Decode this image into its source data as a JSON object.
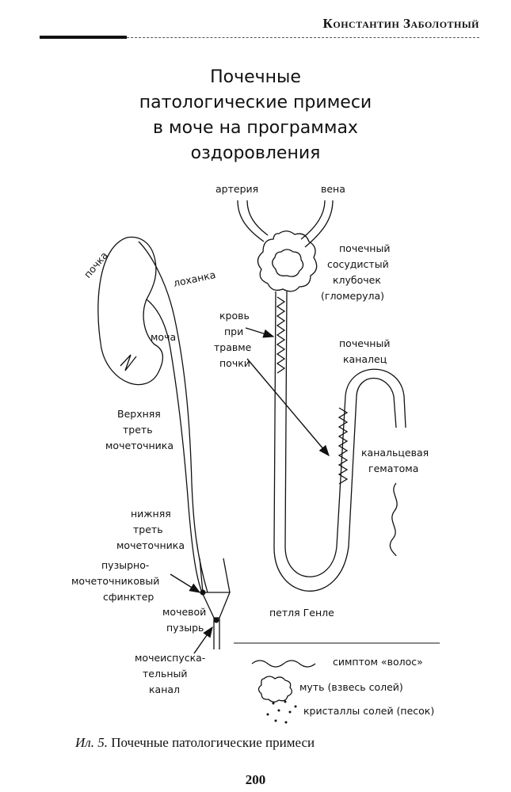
{
  "header": {
    "author": "Константин Заболотный"
  },
  "title": "Почечные\nпатологические примеси\nв моче на программах\nоздоровления",
  "labels": {
    "kidney": "почка",
    "pelvis": "лоханка",
    "urine": "моча",
    "ureter_upper": [
      "Верхняя",
      "треть",
      "мочеточника"
    ],
    "ureter_lower": [
      "нижняя",
      "треть",
      "мочеточника"
    ],
    "sphincter": [
      "пузырно-",
      "мочеточниковый",
      "сфинктер"
    ],
    "bladder": [
      "мочевой",
      "пузырь"
    ],
    "urethra": [
      "мочеиспуска-",
      "тельный",
      "канал"
    ],
    "artery": "артерия",
    "vein": "вена",
    "glomerulus": [
      "почечный",
      "сосудистый",
      "клубочек",
      "(гломерула)"
    ],
    "blood_trauma": [
      "кровь",
      "при",
      "травме",
      "почки"
    ],
    "tubule": [
      "почечный",
      "каналец"
    ],
    "tubular_hematoma": [
      "канальцевая",
      "гематома"
    ],
    "henle_loop": "петля Генле"
  },
  "legend": [
    {
      "icon": "wave-icon",
      "label": "симптом «волос»"
    },
    {
      "icon": "cloud-icon",
      "label": "муть (взвесь солей)"
    },
    {
      "icon": "dots-icon",
      "label": "кристаллы солей (песок)"
    }
  ],
  "caption": {
    "number": "Ил. 5.",
    "text": "Почечные патологические примеси"
  },
  "page_number": "200"
}
